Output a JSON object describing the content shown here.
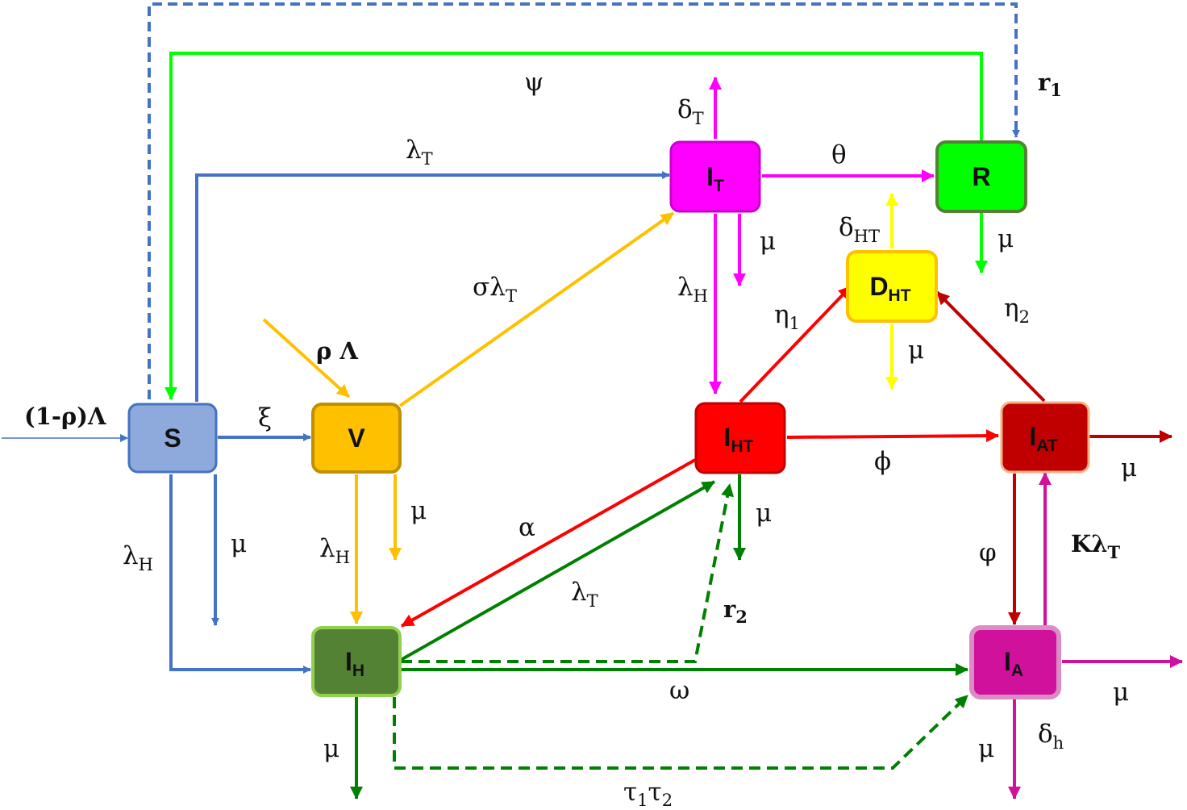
{
  "nodes": {
    "S": {
      "main": "S",
      "sub": "",
      "fill": "#8EA9DB",
      "stroke": "#4472C4"
    },
    "V": {
      "main": "V",
      "sub": "",
      "fill": "#FFC000",
      "stroke": "#BF9000"
    },
    "IT": {
      "main": "I",
      "sub": "T",
      "fill": "#FF00FF",
      "stroke": "#CC00CC"
    },
    "R": {
      "main": "R",
      "sub": "",
      "fill": "#00FF00",
      "stroke": "#548235"
    },
    "DHT": {
      "main": "D",
      "sub": "HT",
      "fill": "#FFFF00",
      "stroke": "#FFC000"
    },
    "IHT": {
      "main": "I",
      "sub": "HT",
      "fill": "#FF0000",
      "stroke": "#C00000"
    },
    "IAT": {
      "main": "I",
      "sub": "AT",
      "fill": "#C00000",
      "stroke": "#F4B183"
    },
    "IH": {
      "main": "I",
      "sub": "H",
      "fill": "#548235",
      "stroke": "#92D050"
    },
    "IA": {
      "main": "I",
      "sub": "A",
      "fill": "#D0119B",
      "stroke": "#D98DC5"
    }
  },
  "labels": {
    "recruit_S": "(1-ρ)Λ",
    "recruit_V": "ρ Λ",
    "psi": "ψ",
    "r1": {
      "main": "r",
      "sub": "1"
    },
    "lambdaT_S": {
      "main": "λ",
      "sub": "T"
    },
    "deltaT": {
      "main": "δ",
      "sub": "T"
    },
    "theta": "θ",
    "mu_IT": "μ",
    "deltaHT": {
      "main": "δ",
      "sub": "HT"
    },
    "mu_R": "μ",
    "sigma_lambdaT": {
      "main": "σλ",
      "sub": "T"
    },
    "lambdaH_IT": {
      "main": "λ",
      "sub": "H"
    },
    "eta1": {
      "main": "η",
      "sub": "1"
    },
    "eta2": {
      "main": "η",
      "sub": "2"
    },
    "mu_DHT": "μ",
    "xi": "ξ",
    "phi_big": "ϕ",
    "mu_IAT": "μ",
    "mu_S": "μ",
    "lambdaH_S": {
      "main": "λ",
      "sub": "H"
    },
    "mu_V": "μ",
    "lambdaH_V": {
      "main": "λ",
      "sub": "H"
    },
    "alpha": "α",
    "mu_IHT": "μ",
    "varphi": "φ",
    "K_lambdaT": {
      "main": "Kλ",
      "sub": "T"
    },
    "lambdaT_IH": {
      "main": "λ",
      "sub": "T"
    },
    "r2": {
      "main": "r",
      "sub": "2"
    },
    "omega": "ω",
    "mu_IA": "μ",
    "mu_IA_down": "μ",
    "delta_h": {
      "main": "δ",
      "sub": "h"
    },
    "mu_IH": "μ",
    "tau": {
      "m1": "τ",
      "s1": "1",
      "m2": "τ",
      "s2": "2"
    }
  },
  "colors": {
    "blue": "#4472C4",
    "green_light": "#00FF00",
    "magenta": "#FF00FF",
    "orange": "#FFC000",
    "yellow": "#FFFF00",
    "red": "#FF0000",
    "dark_red": "#C00000",
    "dark_green": "#008000",
    "pink": "#D0119B"
  }
}
